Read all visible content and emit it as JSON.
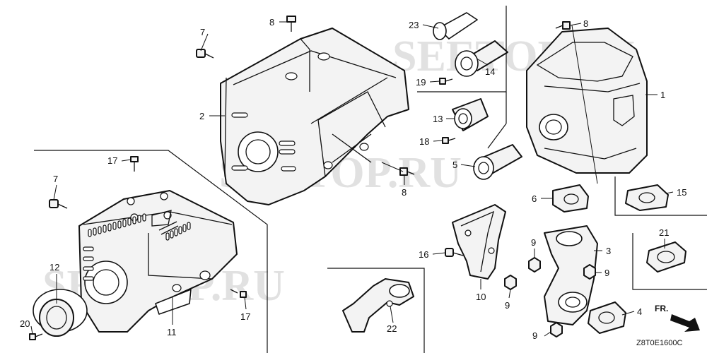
{
  "watermark": "SEETOP.RU",
  "diagram_code": "Z8T0E1600C",
  "direction_label": "FR.",
  "callouts": {
    "c1": "1",
    "c2": "2",
    "c3": "3",
    "c4": "4",
    "c5": "5",
    "c6": "6",
    "c7a": "7",
    "c7b": "7",
    "c8a": "8",
    "c8b": "8",
    "c8c": "8",
    "c9a": "9",
    "c9b": "9",
    "c9c": "9",
    "c9d": "9",
    "c10": "10",
    "c11": "11",
    "c12": "12",
    "c13": "13",
    "c14": "14",
    "c15": "15",
    "c16": "16",
    "c17a": "17",
    "c17b": "17",
    "c18": "18",
    "c19": "19",
    "c20": "20",
    "c21": "21",
    "c22": "22",
    "c23": "23"
  }
}
